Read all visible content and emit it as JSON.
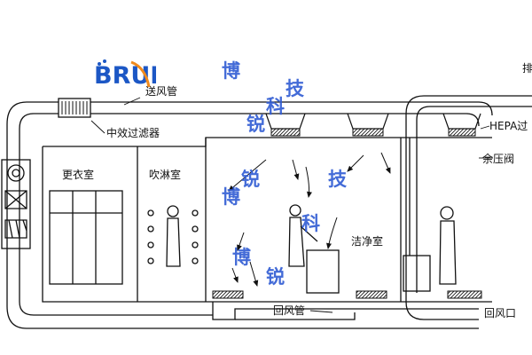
{
  "logo": {
    "text": "BRUI",
    "icon": "brui-logo"
  },
  "labels": {
    "supply_duct": "送风管",
    "medium_filter": "中效过滤器",
    "changing_room": "更衣室",
    "air_shower": "吹淋室",
    "clean_room": "洁净室",
    "hepa": "HEPA过",
    "relief_valve": "余压阀",
    "return_duct": "回风管",
    "return_outlet": "回风口",
    "exhaust_partial": "排"
  },
  "watermarks": [
    "博",
    "锐",
    "科",
    "技",
    "博",
    "锐",
    "科",
    "技"
  ],
  "colors": {
    "line": "#111111",
    "watermark": "#2f5bd3",
    "logo_orange": "#f08a1c"
  }
}
